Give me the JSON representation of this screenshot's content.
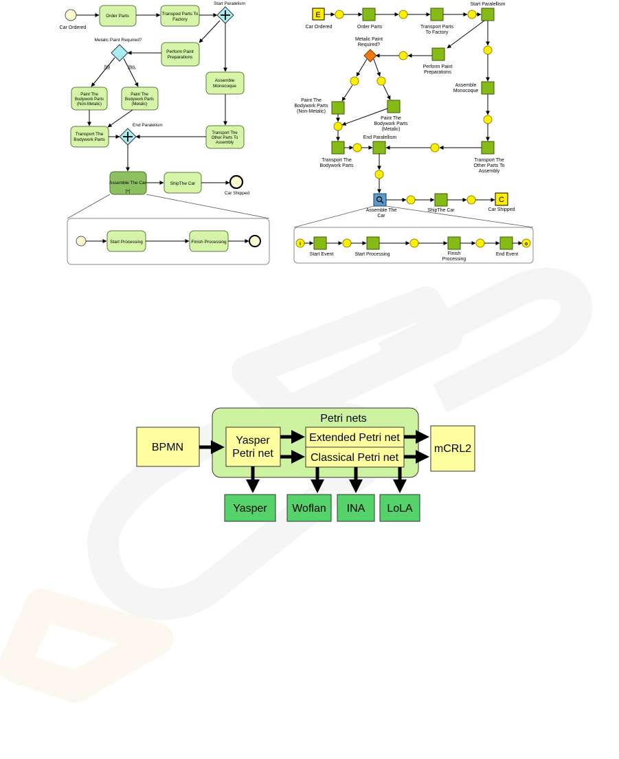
{
  "bpmn": {
    "tasks": {
      "order_parts": "Order Parts",
      "transport_factory_1": "Transpod Parts To",
      "transport_factory_2": "Factory",
      "perform_paint_1": "Perform Paint",
      "perform_paint_2": "Preparations",
      "assemble_mono_1": "Assemble",
      "assemble_mono_2": "Monocoque",
      "paint_nonmetal_1": "Paint The",
      "paint_nonmetal_2": "Bodywork Parts",
      "paint_nonmetal_3": "(Non-Metalic)",
      "paint_metal_1": "Paint The",
      "paint_metal_2": "Bodywork Parts",
      "paint_metal_3": "(Metalic)",
      "transport_body_1": "Transport The",
      "transport_body_2": "Bodywork Parts",
      "transport_other_1": "Transport The",
      "transport_other_2": "Other Parts To",
      "transport_other_3": "Assembly",
      "assemble_car": "Assemble The Car",
      "subprocess_marker": "[+]",
      "ship_car": "ShipThe Car",
      "start_processing": "Start Processing",
      "finish_processing": "Finish Processing"
    },
    "labels": {
      "car_ordered": "Car Ordered",
      "start_parallelism": "Start Paralelism",
      "metalic_required": "Metalic Paint Required?",
      "no": "No",
      "yes": "Yes",
      "end_parallelism": "End Paralelism",
      "car_shipped": "Car Shipped"
    }
  },
  "petri": {
    "start_marker": "E",
    "end_marker": "C",
    "labels": {
      "car_ordered": "Car Ordered",
      "order_parts": "Order Parts",
      "transport_factory_1": "Transport Parts",
      "transport_factory_2": "To Factory",
      "start_parallelism": "Start Paralellism",
      "metalic_1": "Metalic Paint",
      "metalic_2": "Required?",
      "perform_paint_1": "Perform Paint",
      "perform_paint_2": "Preparations",
      "assemble_mono_1": "Assemble",
      "assemble_mono_2": "Monocoque",
      "paint_nonmetal_1": "Paint The",
      "paint_nonmetal_2": "Bodywork Parts",
      "paint_nonmetal_3": "(Non-Metalic)",
      "paint_metal_1": "Paint The",
      "paint_metal_2": "Bodywork Parts",
      "paint_metal_3": "(Metalic)",
      "end_parallelism": "End Paralellism",
      "transport_body_1": "Transport The",
      "transport_body_2": "Bodywork Parts",
      "transport_other_1": "Transport The",
      "transport_other_2": "Other Parts To",
      "transport_other_3": "Assembly",
      "assemble_car_1": "Assemble The",
      "assemble_car_2": "Car",
      "ship_car": "ShipThe Car",
      "car_shipped": "Car Shipped",
      "start_event": "Start Event",
      "start_processing": "Start Processing",
      "finish_processing_1": "Finish",
      "finish_processing_2": "Processing",
      "end_event": "End Event",
      "sub_in": "i",
      "sub_out": "o"
    }
  },
  "toolchain": {
    "container": "Petri nets",
    "bpmn": "BPMN",
    "yasper_net_1": "Yasper",
    "yasper_net_2": "Petri net",
    "extended": "Extended Petri net",
    "classical": "Classical Petri net",
    "mcrl2": "mCRL2",
    "tools": [
      "Yasper",
      "Woflan",
      "INA",
      "LoLA"
    ]
  },
  "colors": {
    "task_fill": "#d6f5a8",
    "task_dark": "#8dc060",
    "gateway_bpmn": "#a9eef5",
    "petri_transition": "#86bb17",
    "petri_place": "#ffee00",
    "gateway_petri": "#ec7a12",
    "yellow_box": "#ffffa0",
    "green_box": "#55d36a",
    "container_fill": "#cdf2a0"
  }
}
